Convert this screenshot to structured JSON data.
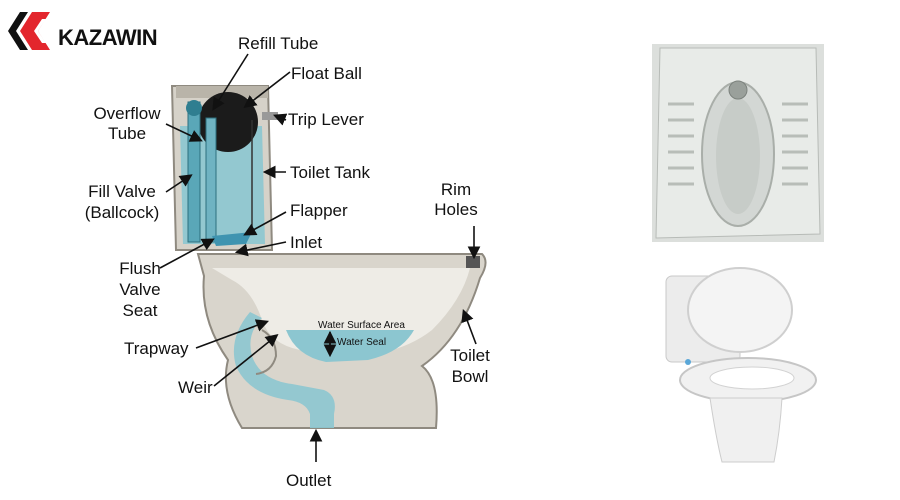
{
  "brand": {
    "name": "KAZAWIN",
    "accent": "#e3262d"
  },
  "diagram": {
    "labels": {
      "refill_tube": "Refill Tube",
      "float_ball": "Float Ball",
      "overflow_tube_1": "Overflow",
      "overflow_tube_2": "Tube",
      "trip_lever": "Trip Lever",
      "toilet_tank": "Toilet Tank",
      "fill_valve_1": "Fill Valve",
      "fill_valve_2": "(Ballcock)",
      "flapper": "Flapper",
      "rim_holes_1": "Rim",
      "rim_holes_2": "Holes",
      "inlet": "Inlet",
      "flush_valve_1": "Flush",
      "flush_valve_2": "Valve",
      "flush_valve_3": "Seat",
      "water_surface": "Water Surface Area",
      "water_seal": "Water Seal",
      "trapway": "Trapway",
      "weir": "Weir",
      "toilet_bowl_1": "Toilet",
      "toilet_bowl_2": "Bowl",
      "outlet": "Outlet"
    },
    "colors": {
      "water": "#8cc6d0",
      "ceramic": "#d9d5cc",
      "ceramic_dark": "#bdb8ad",
      "cut": "#f2f0ea"
    }
  },
  "photos": {
    "squat_toilet": "squat-toilet-photo",
    "western_toilet": "western-toilet-photo"
  }
}
